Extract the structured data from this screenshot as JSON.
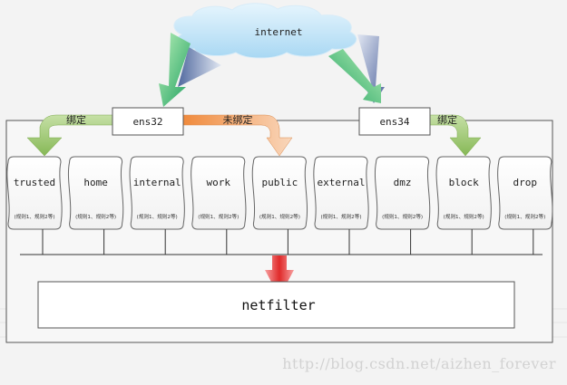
{
  "cloud": {
    "label": "internet"
  },
  "interfaces": [
    {
      "id": "ens32",
      "label": "ens32"
    },
    {
      "id": "ens34",
      "label": "ens34"
    }
  ],
  "bindings": [
    {
      "from": "ens32",
      "to": "trusted",
      "label": "绑定",
      "color": "#8fc060"
    },
    {
      "from": "ens32",
      "to": "public",
      "label": "未绑定",
      "color": "#f0a060"
    },
    {
      "from": "ens34",
      "to": "block",
      "label": "绑定",
      "color": "#8fc060"
    }
  ],
  "zones": [
    {
      "name": "trusted",
      "rules": "(规则1、规则2等)"
    },
    {
      "name": "home",
      "rules": "(规则1、规则2等)"
    },
    {
      "name": "internal",
      "rules": "(规则1、规则2等)"
    },
    {
      "name": "work",
      "rules": "(规则1、规则2等)"
    },
    {
      "name": "public",
      "rules": "(规则1、规则2等)"
    },
    {
      "name": "external",
      "rules": "(规则1、规则2等)"
    },
    {
      "name": "dmz",
      "rules": "(规则1、规则2等)"
    },
    {
      "name": "block",
      "rules": "(规则1、规则2等)"
    },
    {
      "name": "drop",
      "rules": "(规则1、规则2等)"
    }
  ],
  "netfilter": {
    "label": "netfilter"
  },
  "watermark": "http://blog.csdn.net/aizhen_forever",
  "colors": {
    "cloud": "#c6e6f8",
    "ingress_arrow": "#3fbf6f",
    "ingress_shadow": "#5a6fa8",
    "down_arrow": "#e84040",
    "bound": "#8fc060",
    "unbound": "#f0a060"
  }
}
